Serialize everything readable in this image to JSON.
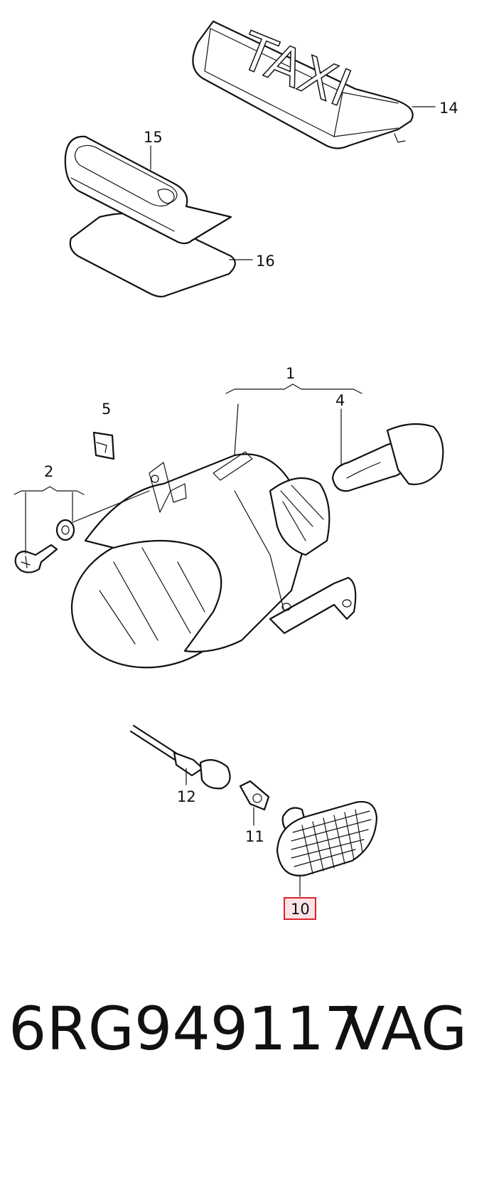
{
  "diagram": {
    "taxi_sign_text": "TAXI",
    "callouts": [
      {
        "id": "1",
        "label": "1"
      },
      {
        "id": "2",
        "label": "2"
      },
      {
        "id": "4",
        "label": "4"
      },
      {
        "id": "5",
        "label": "5"
      },
      {
        "id": "10",
        "label": "10",
        "highlighted": true
      },
      {
        "id": "11",
        "label": "11"
      },
      {
        "id": "12",
        "label": "12"
      },
      {
        "id": "14",
        "label": "14"
      },
      {
        "id": "15",
        "label": "15"
      },
      {
        "id": "16",
        "label": "16"
      }
    ],
    "highlight_color": "#d9232e",
    "highlight_fill": "#fbe3e5"
  },
  "footer": {
    "part_number": "6RG949117",
    "brand": "VAG"
  }
}
